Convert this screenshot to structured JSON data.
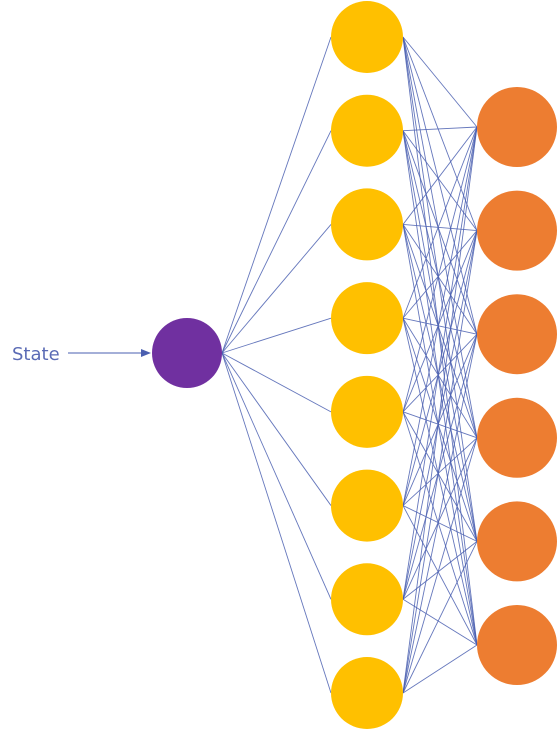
{
  "diagram": {
    "input_label": "State",
    "colors": {
      "input": "#7030a0",
      "hidden": "#ffc000",
      "output": "#ed7d31",
      "edge": "#4a5fb0",
      "label": "#5b6bb5",
      "background": "#ffffff"
    },
    "layers": [
      {
        "name": "input",
        "count": 1
      },
      {
        "name": "hidden",
        "count": 8
      },
      {
        "name": "output",
        "count": 6
      }
    ],
    "connectivity": "fully-connected"
  }
}
